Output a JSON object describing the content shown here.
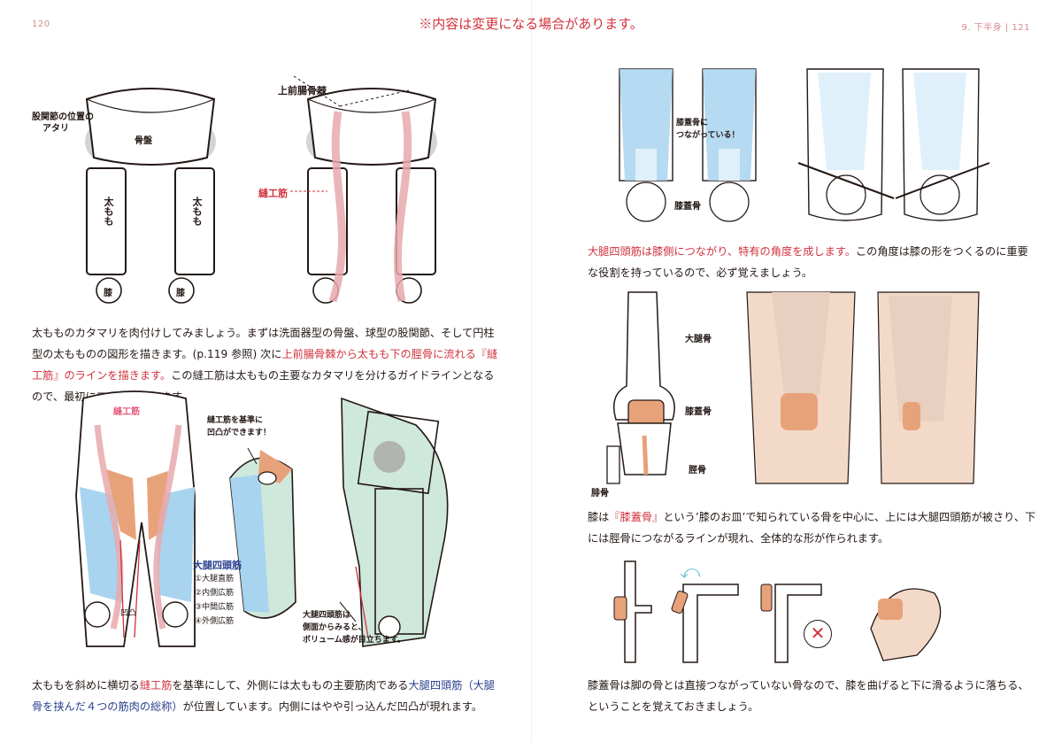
{
  "header": {
    "page_left": "120",
    "notice": "※内容は変更になる場合があります。",
    "page_right": "9. 下半身 | 121"
  },
  "fig1": {
    "hip_joint_label": [
      "股関節の位置の",
      "アタリ"
    ],
    "pelvis": "骨盤",
    "thigh": "太もも",
    "knee": "膝",
    "asis": "上前腸骨棘",
    "sartorius": "縫工筋"
  },
  "para1": {
    "s1": "太もものカタマリを肉付けしてみましょう。まずは洗面器型の骨盤、球型の股関節、そして円柱型の太もものの図形を描きます。(p.119 参照) 次に",
    "s2": "上前腸骨棘から太もも下の脛骨に流れる『縫工筋』のラインを描きます。",
    "s3": "この縫工筋は太ももの主要なカタマリを分けるガイドラインとなるので、最初にアタリをとります。"
  },
  "fig2": {
    "sartorius": "縫工筋",
    "note": [
      "縫工筋を基準に",
      "凹凸ができます！"
    ],
    "quad_title": "大腿四頭筋",
    "quad_list": [
      "①大腿直筋",
      "②内側広筋",
      "③中間広筋",
      "④外側広筋"
    ],
    "concave": "凹凸",
    "side_note": [
      "大腿四頭筋は",
      "側面からみると、",
      "ボリューム感が目立ちます。"
    ]
  },
  "para2": {
    "a": "太ももを斜めに横切る",
    "b": "縫工筋",
    "c": "を基準にして、外側には太ももの主要筋肉である",
    "d": "大腿四頭筋（大腿骨を挟んだ４つの筋肉の総称）",
    "e": "が位置しています。内側にはやや引っ込んだ凹凸が現れます。"
  },
  "fig3": {
    "note": [
      "膝蓋骨に",
      "つながっている！"
    ],
    "patella": "膝蓋骨"
  },
  "para3": {
    "a": "大腿四頭筋は膝側につながり、特有の角度を成します。",
    "b": "この角度は膝の形をつくるのに重要な役割を持っているので、必ず覚えましょう。"
  },
  "fig4": {
    "femur": "大腿骨",
    "patella": "膝蓋骨",
    "tibia": "脛骨",
    "fibula": "腓骨"
  },
  "para4": {
    "a": "膝は",
    "b": "『膝蓋骨』",
    "c": "という’膝のお皿’で知られている骨を中心に、上には大腿四頭筋が被さり、下には脛骨につながるラインが現れ、全体的な形が作られます。"
  },
  "para5": {
    "a": "膝蓋骨は脚の骨とは直接つながっていない骨なので、膝を曲げると下に滑るように落ちる、ということを覚えておきましょう。"
  },
  "colors": {
    "accent_red": "#d0323d",
    "accent_navy": "#2a3f8f",
    "muscle_blue": "#a8d4ef",
    "muscle_green": "#cfe8dc",
    "patella_orange": "#e8a27a",
    "sartorius_pink": "#e7a9ad",
    "skin": "#f3d9c8"
  },
  "icons": [
    "arrow-curved-icon",
    "cross-mark-icon"
  ]
}
